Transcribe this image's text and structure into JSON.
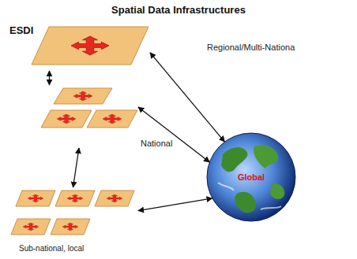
{
  "diagram": {
    "title": "Spatial Data Infrastructures",
    "nodes": [
      {
        "text": [
          "ESDI",
          "Regional/Multi-Nationa"
        ]
      },
      {
        "text": [
          "National"
        ]
      },
      {
        "text": [
          "Sub-national, local"
        ]
      },
      {
        "text": [
          "Global"
        ]
      }
    ],
    "edges": [
      {
        "from": 0,
        "to": 1,
        "arrow": "both"
      },
      {
        "from": 1,
        "to": 2,
        "arrow": "both"
      },
      {
        "from": 0,
        "to": 3,
        "arrow": "both"
      },
      {
        "from": 1,
        "to": 3,
        "arrow": "both"
      },
      {
        "from": 2,
        "to": 3,
        "arrow": "both"
      }
    ]
  }
}
